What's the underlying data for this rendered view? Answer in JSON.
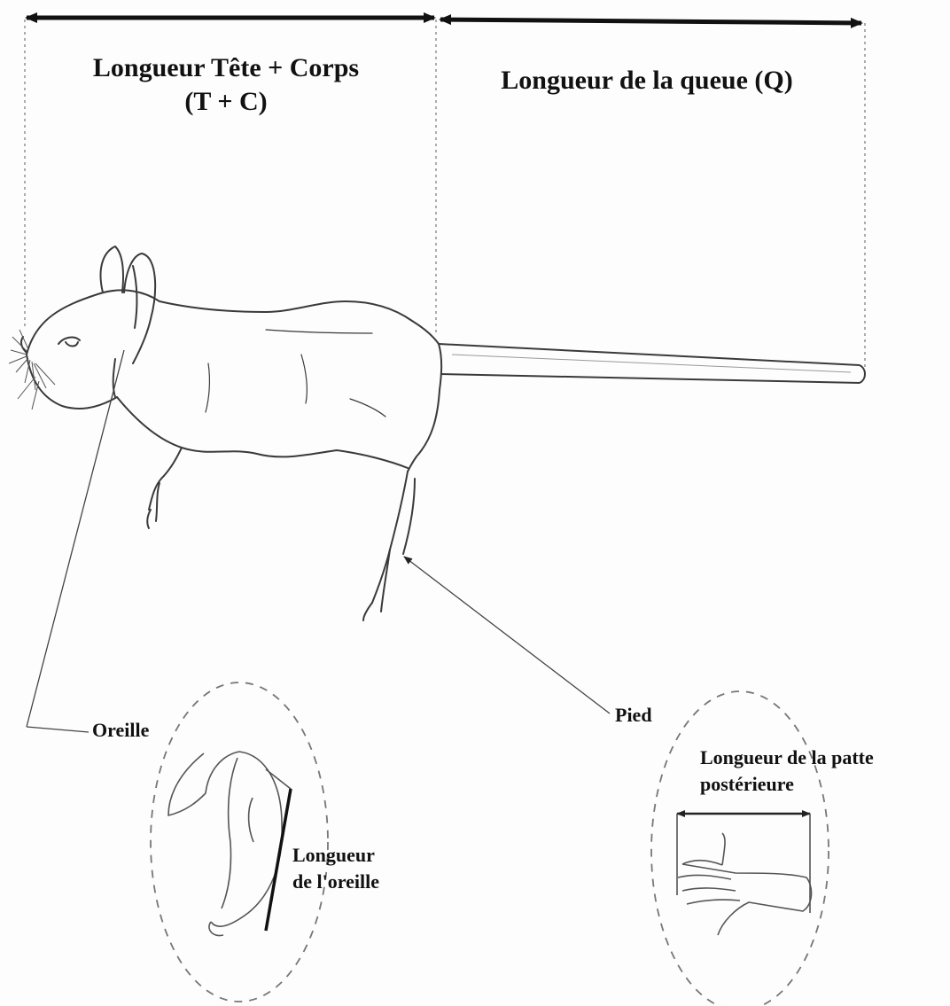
{
  "labels": {
    "head_body_line1": "Longueur Tête + Corps",
    "head_body_line2": "(T + C)",
    "tail": "Longueur de la queue (Q)",
    "ear": "Oreille",
    "foot": "Pied",
    "hind_foot_line1": "Longueur de la patte",
    "hind_foot_line2": "postérieure",
    "ear_length_line1": "Longueur",
    "ear_length_line2": "de l'oreille"
  },
  "colors": {
    "ink": "#111111",
    "sketch": "#3a3a3a",
    "guide": "#8a8a8a"
  }
}
